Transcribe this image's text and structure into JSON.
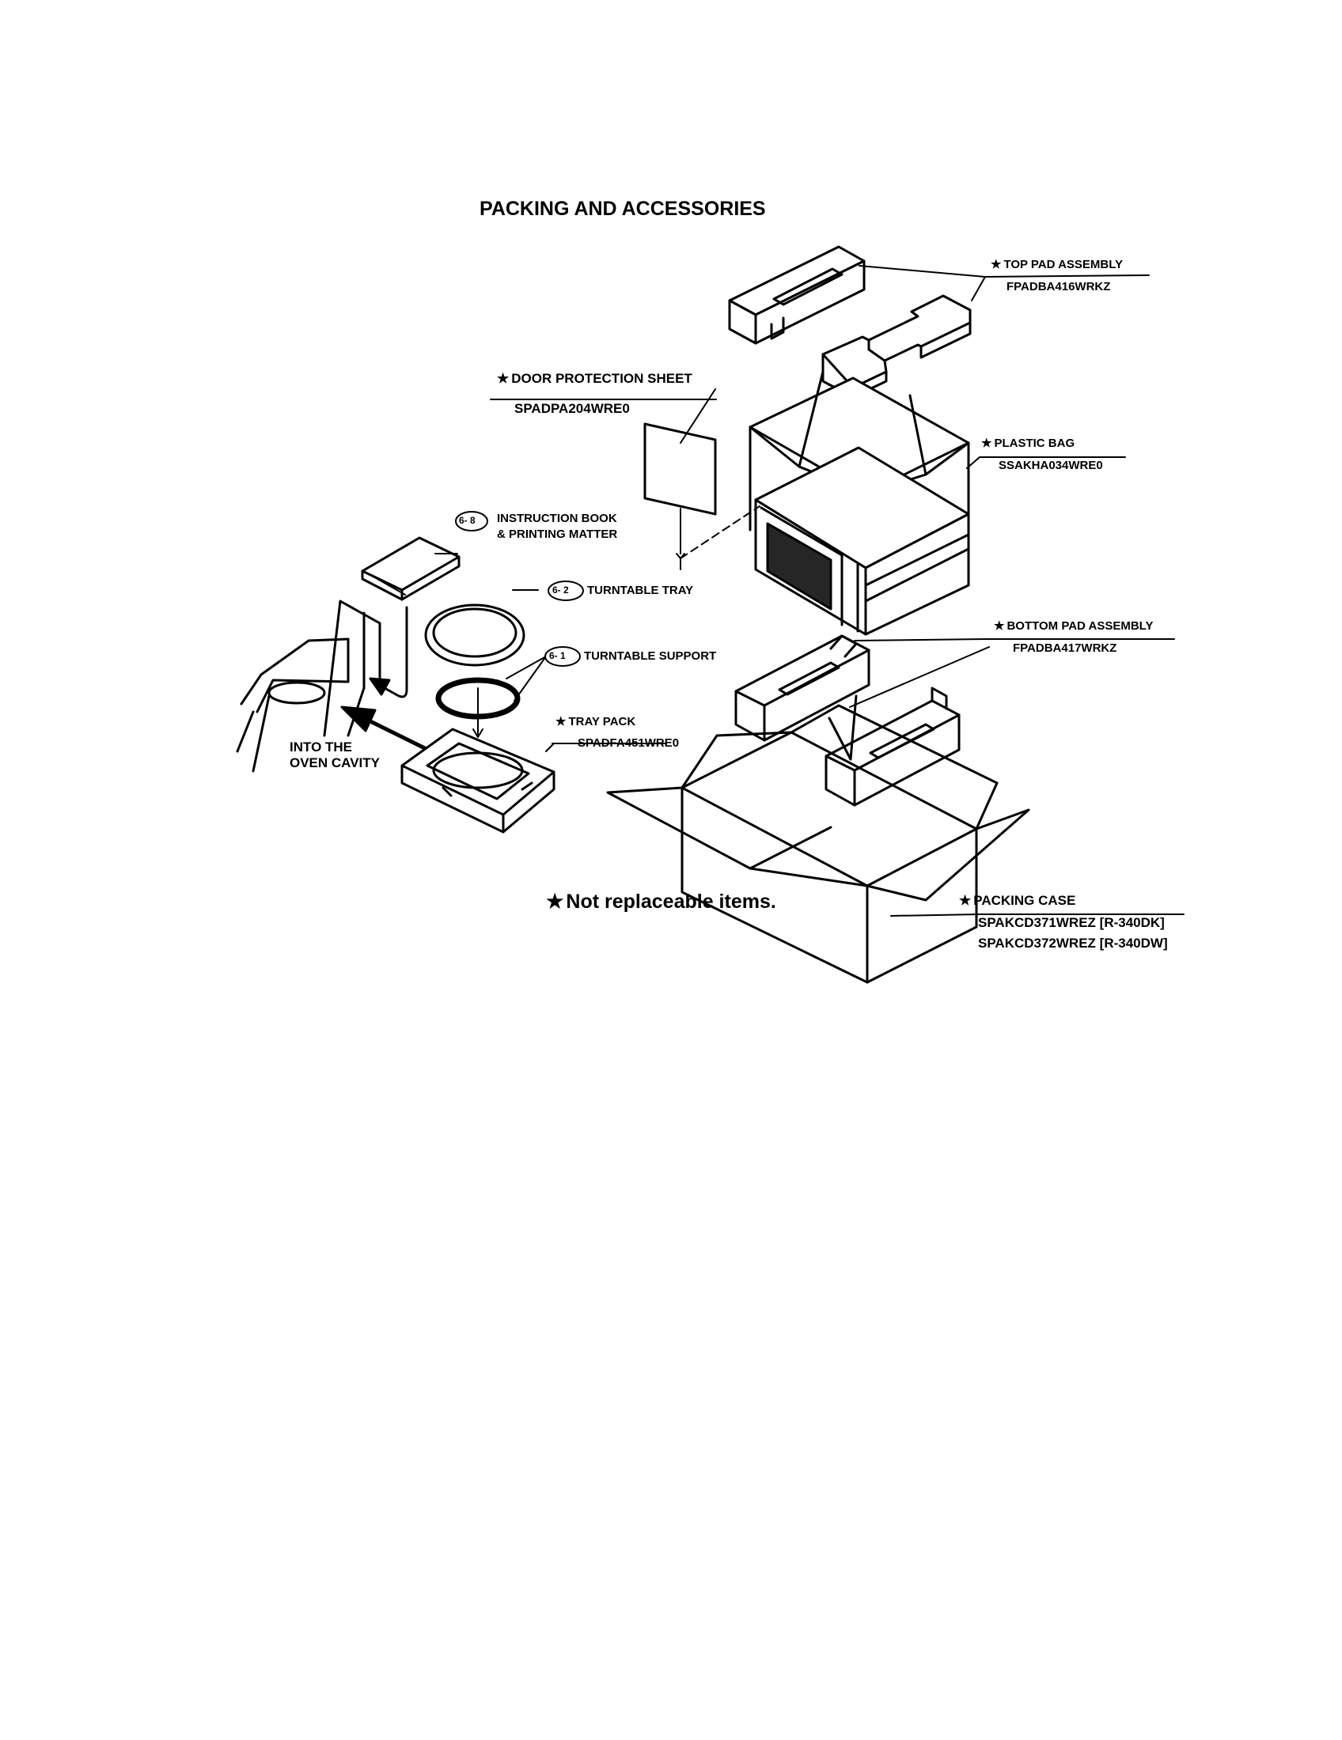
{
  "title": "PACKING AND ACCESSORIES",
  "star": "★",
  "parts": {
    "top_pad": {
      "name": "TOP PAD ASSEMBLY",
      "code": "FPADBA416WRKZ"
    },
    "door_sheet": {
      "name": "DOOR PROTECTION SHEET",
      "code": "SPADPA204WRE0"
    },
    "plastic_bag": {
      "name": "PLASTIC BAG",
      "code": "SSAKHA034WRE0"
    },
    "bottom_pad": {
      "name": "BOTTOM PAD ASSEMBLY",
      "code": "FPADBA417WRKZ"
    },
    "tray_pack": {
      "name": "TRAY PACK",
      "code": "SPADFA451WRE0"
    },
    "packing_case": {
      "name": "PACKING CASE",
      "codes": [
        "SPAKCD371WREZ [R-340DK]",
        "SPAKCD372WREZ [R-340DW]"
      ]
    }
  },
  "callouts": [
    {
      "ref": "6- 8",
      "lines": [
        "INSTRUCTION BOOK",
        "& PRINTING MATTER"
      ]
    },
    {
      "ref": "6- 2",
      "lines": [
        "TURNTABLE TRAY"
      ]
    },
    {
      "ref": "6- 1",
      "lines": [
        "TURNTABLE SUPPORT"
      ]
    }
  ],
  "into_cavity": [
    "INTO THE",
    "OVEN CAVITY"
  ],
  "footnote": "Not replaceable items."
}
